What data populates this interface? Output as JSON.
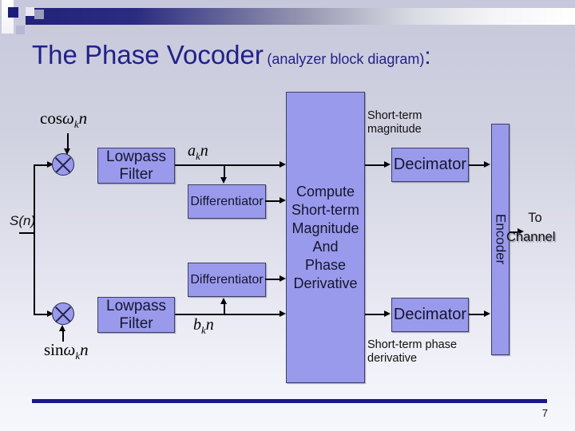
{
  "slide": {
    "title": "The Phase Vocoder",
    "subtitle": "(analyzer block diagram)",
    "colon": ":",
    "page_number": "7",
    "colors": {
      "accent_navy": "#21218a",
      "box_fill": "#9a9aec",
      "footer_bar": "#191987"
    }
  },
  "diagram": {
    "input_label": "S(n)",
    "cos_label": {
      "fn": "cos",
      "symbol": "ω",
      "subscript": "k",
      "variable": "n"
    },
    "sin_label": {
      "fn": "sin",
      "symbol": "ω",
      "subscript": "k",
      "variable": "n"
    },
    "a_label": {
      "base": "a",
      "subscript": "k",
      "variable": "n"
    },
    "b_label": {
      "base": "b",
      "subscript": "k",
      "variable": "n"
    },
    "blocks": {
      "lowpass_top": "Lowpass Filter",
      "lowpass_bottom": "Lowpass Filter",
      "differentiator_top": "Differentiator",
      "differentiator_bottom": "Differentiator",
      "compute_lines": [
        "Compute",
        "Short-term",
        "Magnitude",
        "And",
        "Phase",
        "Derivative"
      ],
      "decimator_top": "Decimator",
      "decimator_bottom": "Decimator",
      "encoder": "Encoder"
    },
    "annotations": {
      "magnitude_lines": [
        "Short-term",
        "magnitude"
      ],
      "phase_lines": [
        "Short-term phase",
        "derivative"
      ]
    },
    "output": {
      "line1": "To",
      "line2": "Channel"
    }
  }
}
